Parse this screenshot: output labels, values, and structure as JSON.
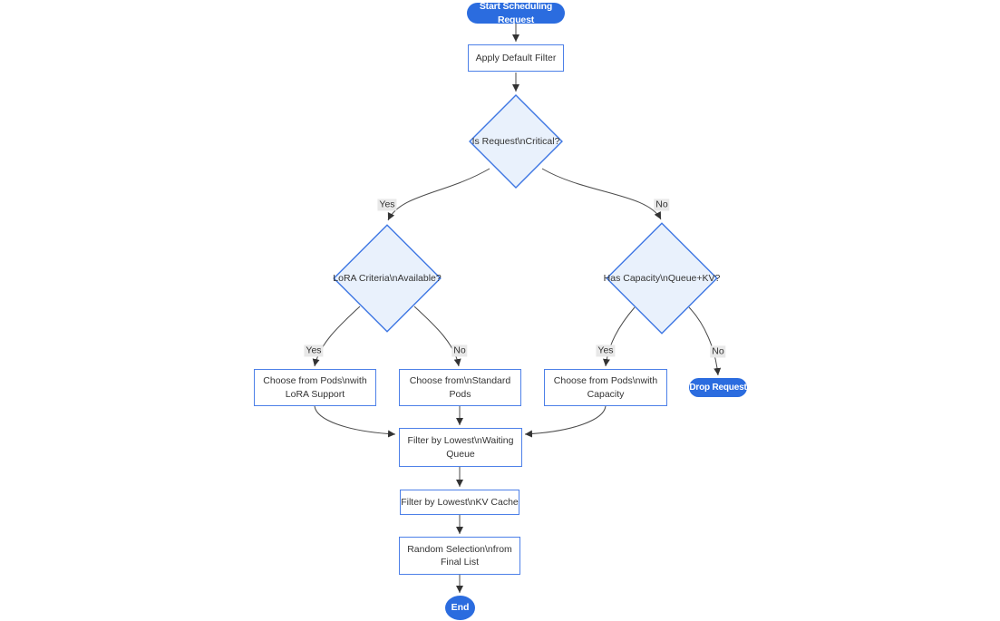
{
  "diagram": {
    "type": "flowchart",
    "background": "#ffffff",
    "colors": {
      "accent_blue": "#2b6cdf",
      "process_border": "#4d80e8",
      "process_fill": "#ffffff",
      "decision_fill": "#e9f1fc",
      "decision_border": "#3d76e3",
      "edge_color": "#4a4a4a",
      "text_color": "#333333",
      "edge_label_bg": "#e8e8e8"
    },
    "nodes": {
      "start": {
        "label": "Start Scheduling Request",
        "shape": "stadium"
      },
      "apply_filter": {
        "label": "Apply Default Filter",
        "shape": "rect"
      },
      "is_critical": {
        "label": "Is Request\\nCritical?",
        "shape": "diamond"
      },
      "lora_criteria": {
        "label": "LoRA Criteria\\nAvailable?",
        "shape": "diamond"
      },
      "has_capacity": {
        "label": "Has Capacity\\nQueue+KV?",
        "shape": "diamond"
      },
      "choose_lora": {
        "label": "Choose from Pods\\nwith LoRA Support",
        "shape": "rect"
      },
      "choose_standard": {
        "label": "Choose from\\nStandard Pods",
        "shape": "rect"
      },
      "choose_capacity": {
        "label": "Choose from Pods\\nwith Capacity",
        "shape": "rect"
      },
      "drop_request": {
        "label": "Drop Request",
        "shape": "stadium"
      },
      "filter_waiting": {
        "label": "Filter by Lowest\\nWaiting Queue",
        "shape": "rect"
      },
      "filter_kv": {
        "label": "Filter by Lowest\\nKV Cache",
        "shape": "rect"
      },
      "random_selection": {
        "label": "Random Selection\\nfrom Final List",
        "shape": "rect"
      },
      "end": {
        "label": "End",
        "shape": "circle"
      }
    },
    "edge_labels": {
      "critical_yes": "Yes",
      "critical_no": "No",
      "lora_yes": "Yes",
      "lora_no": "No",
      "capacity_yes": "Yes",
      "capacity_no": "No"
    },
    "edges": [
      {
        "from": "start",
        "to": "apply_filter",
        "label": ""
      },
      {
        "from": "apply_filter",
        "to": "is_critical",
        "label": ""
      },
      {
        "from": "is_critical",
        "to": "lora_criteria",
        "label": "Yes"
      },
      {
        "from": "is_critical",
        "to": "has_capacity",
        "label": "No"
      },
      {
        "from": "lora_criteria",
        "to": "choose_lora",
        "label": "Yes"
      },
      {
        "from": "lora_criteria",
        "to": "choose_standard",
        "label": "No"
      },
      {
        "from": "has_capacity",
        "to": "choose_capacity",
        "label": "Yes"
      },
      {
        "from": "has_capacity",
        "to": "drop_request",
        "label": "No"
      },
      {
        "from": "choose_lora",
        "to": "filter_waiting",
        "label": ""
      },
      {
        "from": "choose_standard",
        "to": "filter_waiting",
        "label": ""
      },
      {
        "from": "choose_capacity",
        "to": "filter_waiting",
        "label": ""
      },
      {
        "from": "filter_waiting",
        "to": "filter_kv",
        "label": ""
      },
      {
        "from": "filter_kv",
        "to": "random_selection",
        "label": ""
      },
      {
        "from": "random_selection",
        "to": "end",
        "label": ""
      }
    ]
  }
}
